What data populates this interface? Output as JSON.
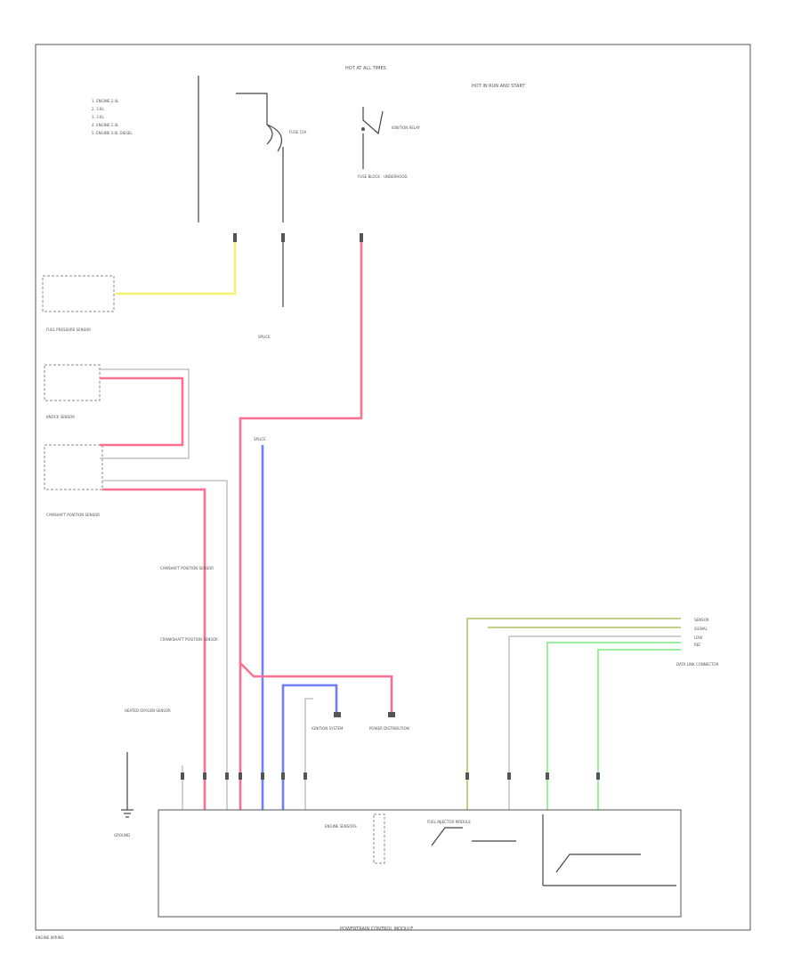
{
  "diagram": {
    "page_footer": "ENGINE WIRING",
    "bottom_module_title": "POWERTRAIN CONTROL MODULE",
    "top_center_caption": "HOT AT ALL TIMES",
    "top_right_caption": "HOT IN RUN AND START",
    "left_notes": [
      "1. ENGINE 2.4L",
      "2. 3.6L",
      "3. 3.6L",
      "4. ENGINE 2.4L",
      "5. ENGINE 3.6L DIESEL"
    ],
    "fuse_label": "FUSE 15A",
    "relay_label": "IGNITION RELAY",
    "fuse_block_label": "FUSE BLOCK - UNDERHOOD",
    "ground_label": "GROUND",
    "splice_label": "SPLICE",
    "components": {
      "pressure_sensor": "FUEL PRESSURE SENSOR",
      "position_sensor_1": "CAMSHAFT POSITION SENSOR",
      "position_sensor_2": "CRANKSHAFT POSITION SENSOR",
      "knock_sensor": "KNOCK SENSOR",
      "oxygen_sensor": "HEATED OXYGEN SENSOR",
      "ignition_system": "IGNITION SYSTEM",
      "power_distribution": "POWER DISTRIBUTION",
      "engine_sensors": "ENGINE SENSORS",
      "injector_module": "FUEL INJECTOR MODULE",
      "data_link": "DATA LINK CONNECTOR"
    },
    "right_signal_labels": [
      "SENSOR",
      "SIGNAL",
      "LOW",
      "REF"
    ],
    "wire_colors": {
      "pink": "#ff6f8f",
      "blue": "#6f7ff6",
      "yellow": "#f4f56a",
      "green": "#9cef9c",
      "olive": "#c8cc8a",
      "gray": "#b8b8b8"
    }
  }
}
